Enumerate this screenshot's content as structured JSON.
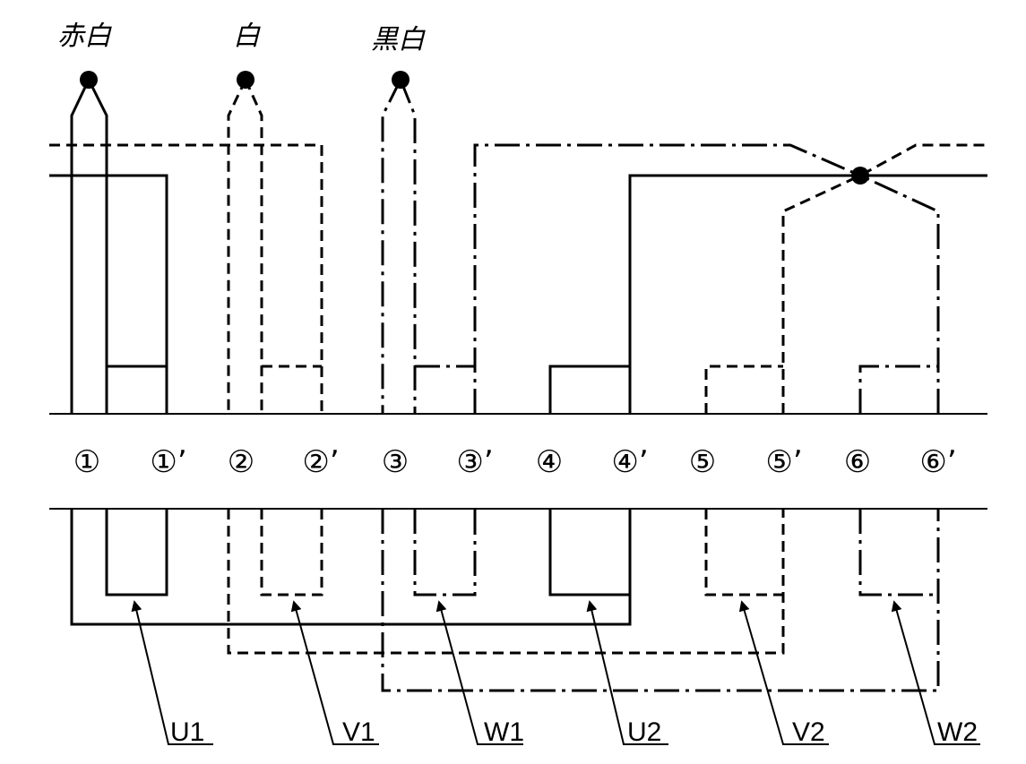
{
  "lead_labels": [
    {
      "id": "lead-red-white",
      "text": "赤白"
    },
    {
      "id": "lead-white",
      "text": "白"
    },
    {
      "id": "lead-black-white",
      "text": "黒白"
    }
  ],
  "terminals": [
    "①",
    "①’",
    "②",
    "②’",
    "③",
    "③’",
    "④",
    "④’",
    "⑤",
    "⑤’",
    "⑥",
    "⑥’"
  ],
  "coils": [
    "U1",
    "V1",
    "W1",
    "U2",
    "V2",
    "W2"
  ]
}
